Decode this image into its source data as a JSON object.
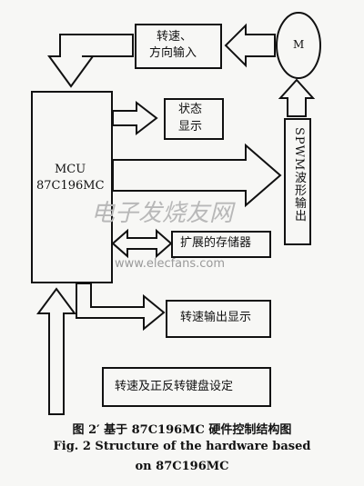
{
  "blocks": {
    "speed_input": {
      "line1": "转速、",
      "line2": "方向输入"
    },
    "motor": "M",
    "mcu": {
      "line1": "MCU",
      "line2": "87C196MC"
    },
    "status": {
      "line1": "状态",
      "line2": "显示"
    },
    "spwm": "SPWM波形输出",
    "memory": "扩展的存储器",
    "speed_display": "转速输出显示",
    "keyboard": "转速及正反转键盘设定"
  },
  "watermark": {
    "line1": "电子发烧友网",
    "line2": "www.elecfans.com"
  },
  "caption": {
    "cn": "图 2′ 基于 87C196MC 硬件控制结构图",
    "en_line1": "Fig. 2   Structure of the hardware based",
    "en_line2": "on 87C196MC"
  }
}
